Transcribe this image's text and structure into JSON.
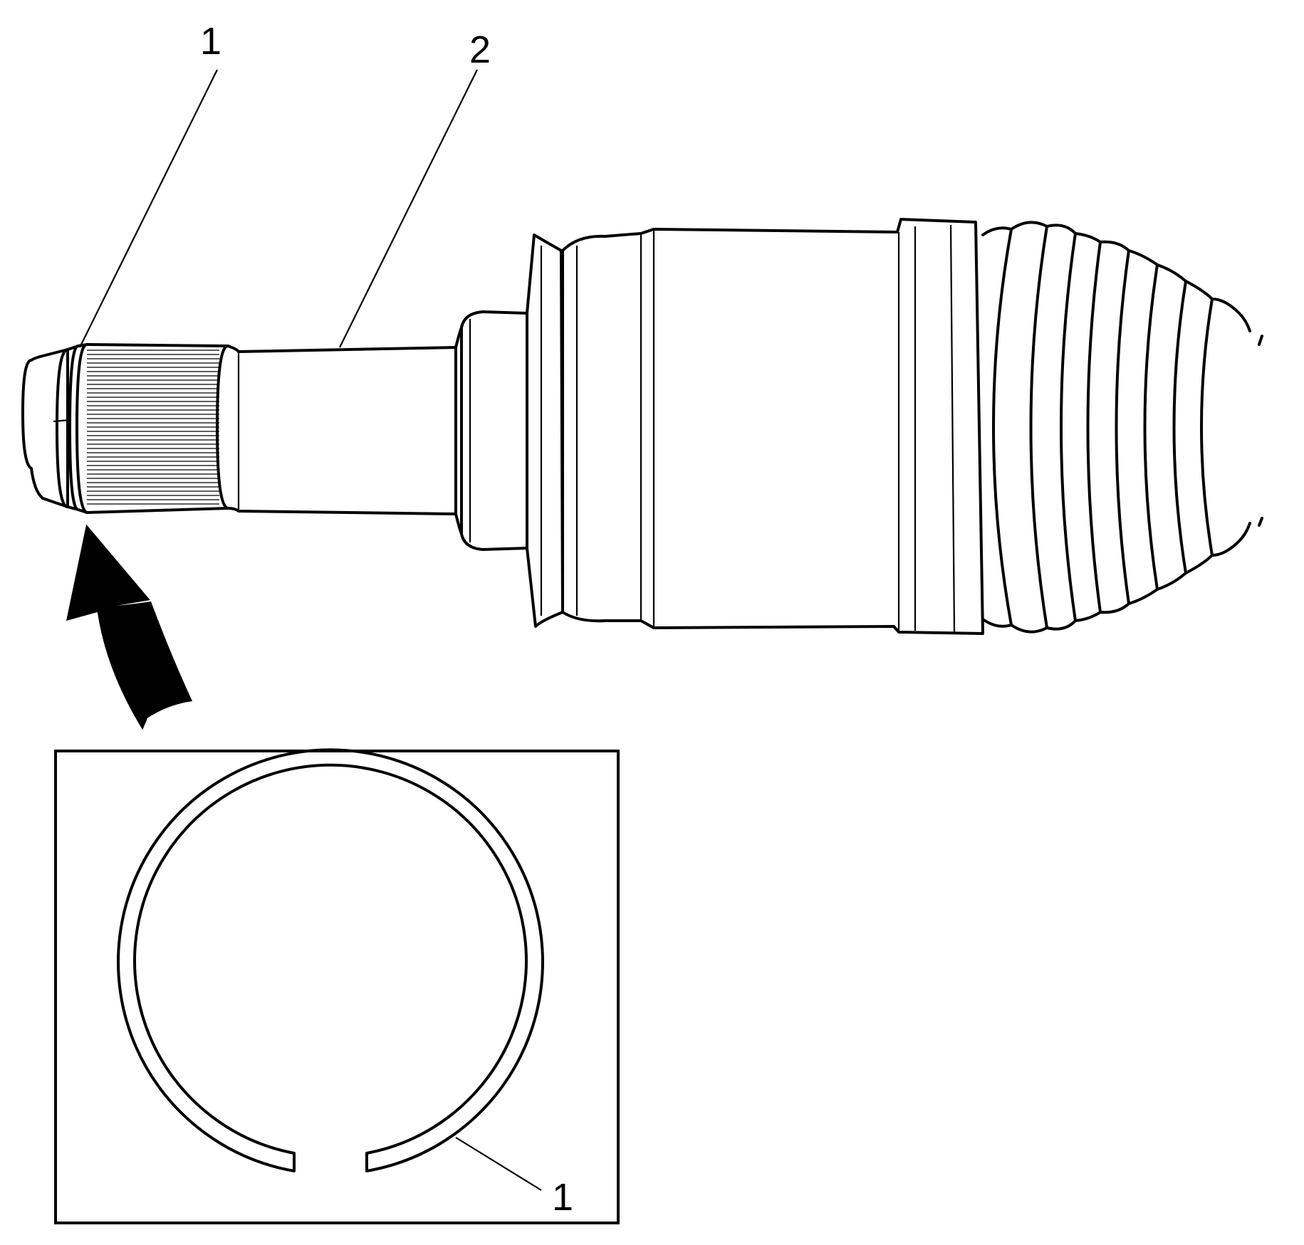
{
  "callouts": {
    "retaining_ring_top": "1",
    "shaft": "2",
    "retaining_ring_detail": "1"
  },
  "colors": {
    "line": "#000000",
    "background": "#ffffff"
  }
}
